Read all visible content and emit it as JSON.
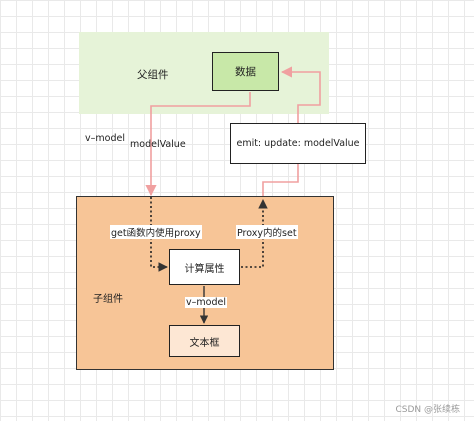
{
  "parent": {
    "label": "父组件",
    "data_label": "数据"
  },
  "child": {
    "label": "子组件",
    "computed_label": "计算属性",
    "textbox_label": "文本框"
  },
  "emit_label": "emit: update: modelValue",
  "edges": {
    "v_model_outer": "v–model",
    "model_value": "modelValue",
    "get_proxy": "get函数内使用proxy",
    "proxy_set": "Proxy内的set",
    "v_model_inner": "v–model"
  },
  "watermark": "CSDN @张续栋",
  "colors": {
    "parent_bg": "#e6f3d8",
    "data_fill": "#c8e8a8",
    "child_bg": "#f7c597",
    "textbox_fill": "#fde7d4",
    "pink_arrow": "#f0a0a0"
  }
}
